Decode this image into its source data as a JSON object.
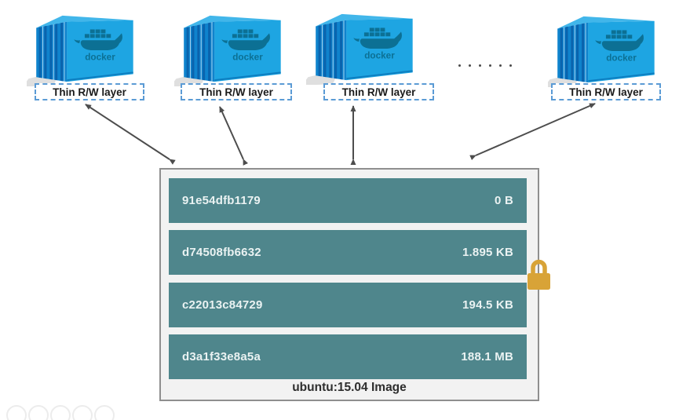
{
  "diagram": {
    "logo_text": "docker",
    "rw_layers": [
      {
        "label": "Thin R/W layer"
      },
      {
        "label": "Thin R/W layer"
      },
      {
        "label": "Thin R/W layer"
      },
      {
        "label": "Thin R/W layer"
      }
    ],
    "separator_dot_count": 6,
    "image_box": {
      "caption": "ubuntu:15.04 Image",
      "layers": [
        {
          "id": "91e54dfb1179",
          "size": "0 B"
        },
        {
          "id": "d74508fb6632",
          "size": "1.895 KB"
        },
        {
          "id": "c22013c84729",
          "size": "194.5 KB"
        },
        {
          "id": "d3a1f33e8a5a",
          "size": "188.1 MB"
        }
      ]
    },
    "colors": {
      "container_face_blue": "#1ea5e2",
      "container_side_blue": "#0f83cd",
      "container_top_blue": "#41b6ea",
      "docker_logo_teal": "#0c7094",
      "layer_bar_teal": "#4f868c",
      "image_box_bg": "#f2f2f2",
      "image_box_border": "#8f8f8f",
      "dashed_label_border": "#5b9bd5",
      "arrow_gray": "#4d4d4d",
      "lock_gold": "#d8a337"
    }
  }
}
